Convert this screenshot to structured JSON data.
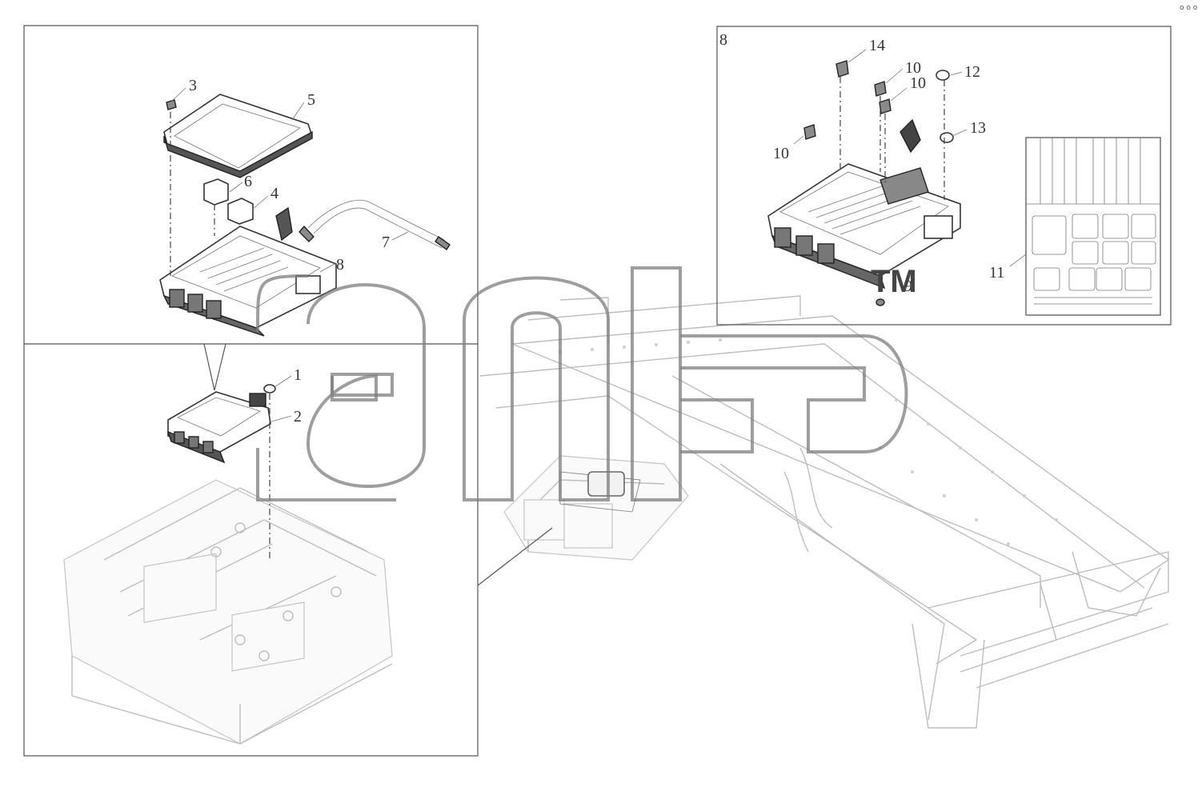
{
  "corner_mark": "o o o",
  "left_panel": {
    "callouts": {
      "c1": "1",
      "c2": "2",
      "c3": "3",
      "c4": "4",
      "c5": "5",
      "c6": "6",
      "c7": "7",
      "c8": "8"
    }
  },
  "right_panel": {
    "corner_label": "8",
    "callouts": {
      "c14": "14",
      "c10a": "10",
      "c10b": "10",
      "c12": "12",
      "c13": "13",
      "c10c": "10",
      "c11": "11",
      "c9": "9"
    }
  },
  "watermark": {
    "trademark": "TM"
  }
}
